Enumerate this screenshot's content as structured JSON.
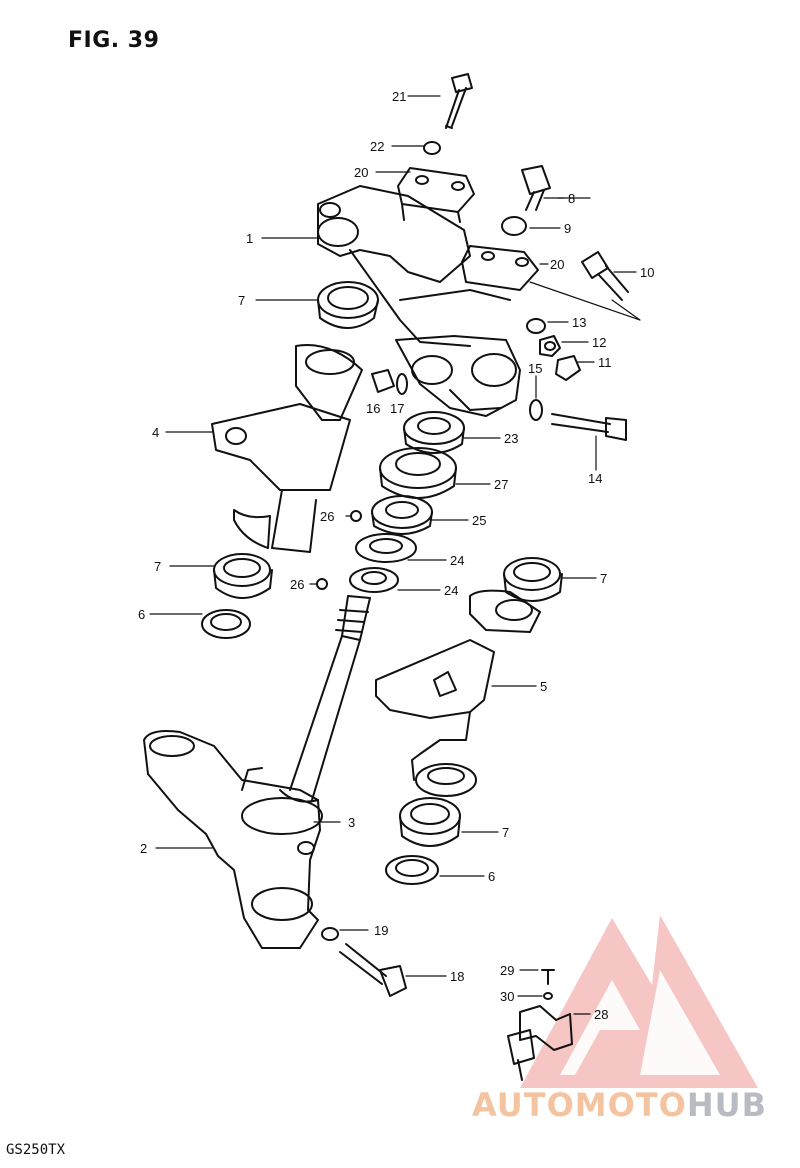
{
  "figure": {
    "title": "FIG. 39",
    "model": "GS250TX"
  },
  "watermark": {
    "part1": "AUTOMOTO",
    "part2": "HUB",
    "brand_color": "#e8413c"
  },
  "callouts": [
    "21",
    "22",
    "20",
    "8",
    "9",
    "1",
    "20",
    "10",
    "7",
    "13",
    "12",
    "11",
    "15",
    "16",
    "17",
    "4",
    "23",
    "27",
    "14",
    "26",
    "25",
    "24",
    "7",
    "26",
    "24",
    "7",
    "6",
    "5",
    "3",
    "7",
    "2",
    "6",
    "19",
    "18",
    "29",
    "30",
    "28"
  ]
}
